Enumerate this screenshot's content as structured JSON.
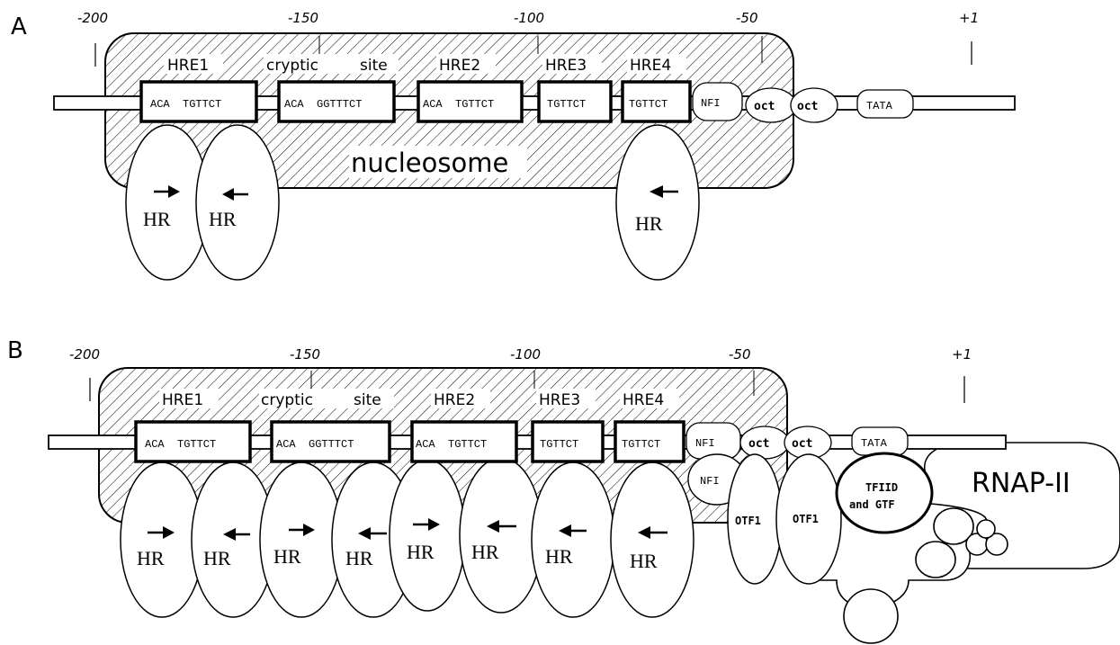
{
  "panel_a": {
    "letter": "A",
    "ticks": [
      "-200",
      "-150",
      "-100",
      "-50",
      "+1"
    ],
    "hre_labels": [
      "HRE1",
      "cryptic",
      "site",
      "HRE2",
      "HRE3",
      "HRE4"
    ],
    "sequences": [
      "ACA  TGTTCT",
      "ACA  GGTTTCT",
      "ACA  TGTTCT",
      "TGTTCT",
      "TGTTCT"
    ],
    "nfi": "NFI",
    "oct": [
      "oct",
      "oct"
    ],
    "tata": "TATA",
    "nucleosome": "nucleosome",
    "receptors": [
      "HR",
      "HR",
      "HR"
    ]
  },
  "panel_b": {
    "letter": "B",
    "ticks": [
      "-200",
      "-150",
      "-100",
      "-50",
      "+1"
    ],
    "hre_labels": [
      "HRE1",
      "cryptic",
      "site",
      "HRE2",
      "HRE3",
      "HRE4"
    ],
    "sequences": [
      "ACA  TGTTCT",
      "ACA  GGTTTCT",
      "ACA  TGTTCT",
      "TGTTCT",
      "TGTTCT"
    ],
    "nfi_box": "NFI",
    "nfi_bound": "NFI",
    "oct": [
      "oct",
      "oct"
    ],
    "tata": "TATA",
    "receptors": [
      "HR",
      "HR",
      "HR",
      "HR",
      "HR",
      "HR",
      "HR",
      "HR"
    ],
    "otf": [
      "OTF1",
      "OTF1"
    ],
    "tfiid_line1": "TFIID",
    "tfiid_line2": "and GTF",
    "rnap": "RNAP-II"
  }
}
